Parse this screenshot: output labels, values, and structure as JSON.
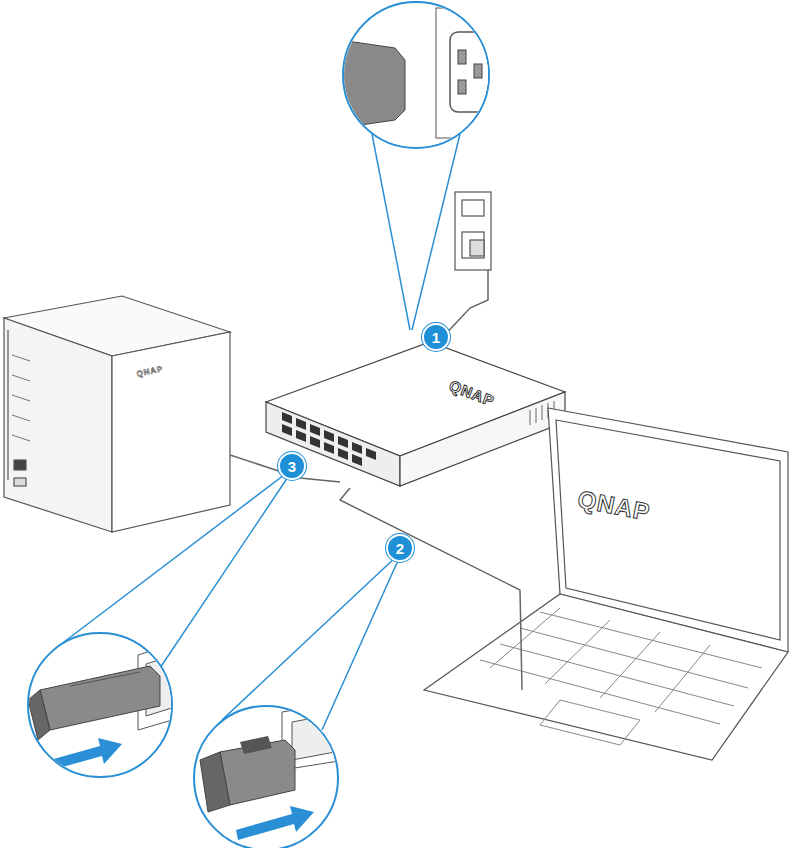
{
  "diagram": {
    "nodes": [
      {
        "text": [
          "1"
        ]
      },
      {
        "text": [
          "2"
        ]
      },
      {
        "text": [
          "3"
        ]
      }
    ],
    "labels": [
      "QNAP",
      "QNAP",
      "QNAP"
    ]
  }
}
